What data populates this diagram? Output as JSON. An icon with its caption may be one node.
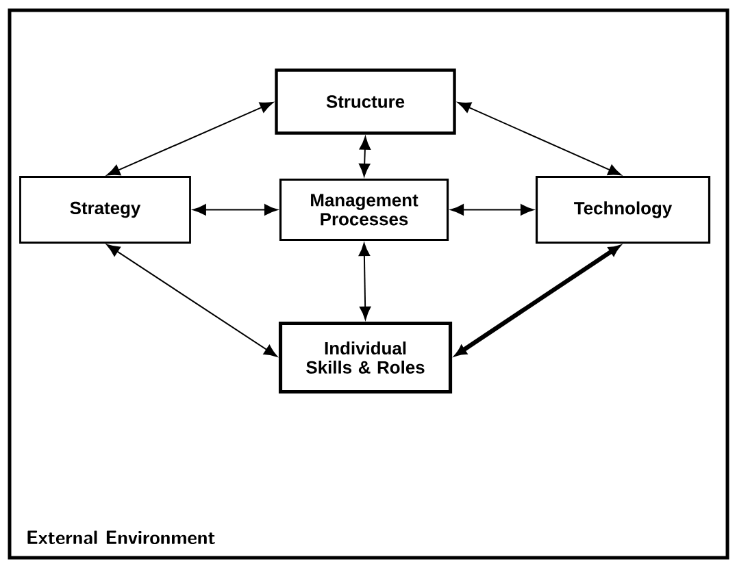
{
  "diagram": {
    "nodes": [
      {
        "text": [
          "External Environment"
        ]
      },
      {
        "text": [
          "Structure"
        ],
        "in": 0
      },
      {
        "text": [
          "Strategy"
        ],
        "in": 0
      },
      {
        "text": [
          "Management Processes"
        ],
        "in": 0
      },
      {
        "text": [
          "Technology"
        ],
        "in": 0
      },
      {
        "text": [
          "Individual Skills & Roles"
        ],
        "in": 0
      }
    ],
    "edges": [
      {
        "from": 1,
        "to": 2,
        "arrow": "both"
      },
      {
        "from": 1,
        "to": 4,
        "arrow": "both"
      },
      {
        "from": 1,
        "to": 3,
        "arrow": "both"
      },
      {
        "from": 2,
        "to": 3,
        "arrow": "both"
      },
      {
        "from": 3,
        "to": 4,
        "arrow": "both"
      },
      {
        "from": 3,
        "to": 5,
        "arrow": "both"
      },
      {
        "from": 2,
        "to": 5,
        "arrow": "both"
      },
      {
        "from": 4,
        "to": 5,
        "arrow": "both",
        "style": "thick"
      }
    ]
  }
}
